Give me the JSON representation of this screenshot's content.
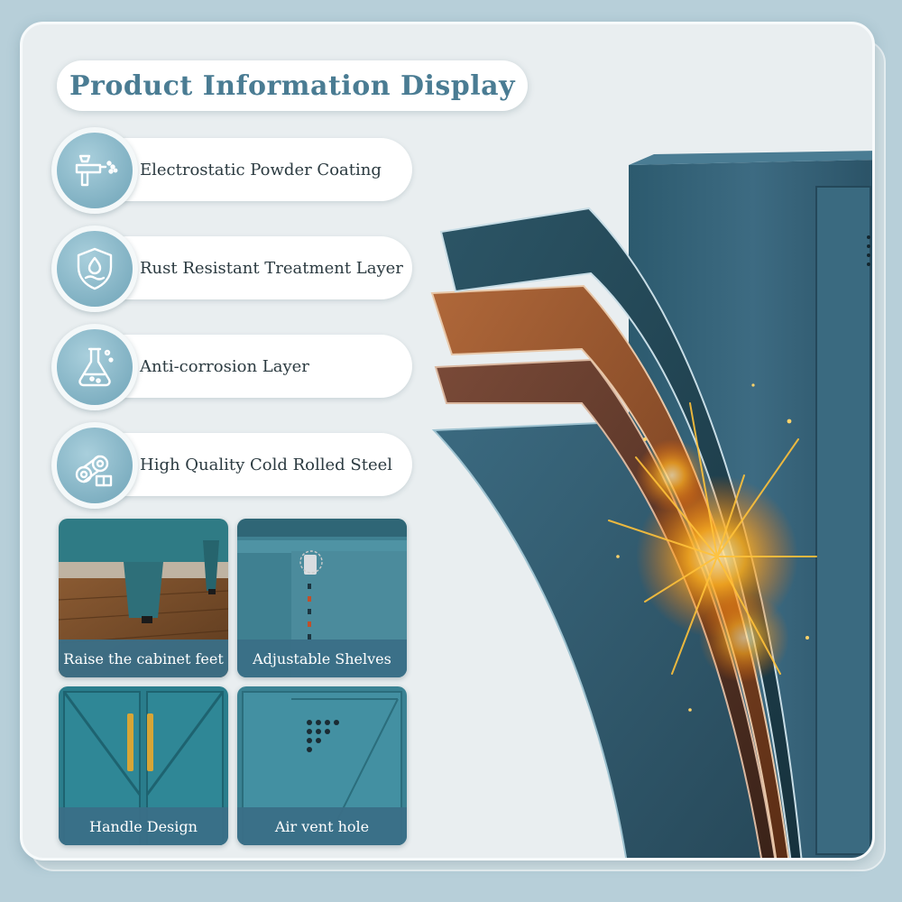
{
  "title": "Product Information Display",
  "features": [
    {
      "label": "Electrostatic Powder Coating",
      "icon": "spray-gun-icon"
    },
    {
      "label": "Rust Resistant Treatment Layer",
      "icon": "shield-water-icon"
    },
    {
      "label": "Anti-corrosion Layer",
      "icon": "flask-icon"
    },
    {
      "label": "High Quality Cold Rolled Steel",
      "icon": "steel-rolls-icon"
    }
  ],
  "tiles": [
    {
      "caption": "Raise the cabinet feet"
    },
    {
      "caption": "Adjustable Shelves"
    },
    {
      "caption": "Handle Design"
    },
    {
      "caption": "Air vent hole"
    }
  ],
  "colors": {
    "accent": "#4a7c93",
    "cabinet": "#3d6b82",
    "copper": "#a0522d",
    "spark": "#ffb020"
  }
}
